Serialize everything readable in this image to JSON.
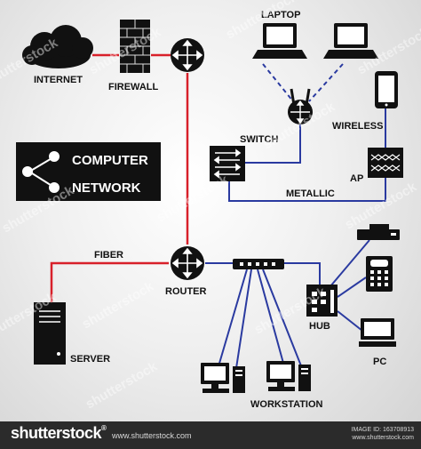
{
  "title": {
    "line1": "COMPUTER",
    "line2": "NETWORK"
  },
  "labels": {
    "internet": "INTERNET",
    "firewall": "FIREWALL",
    "laptop": "LAPTOP",
    "wireless": "WIRELESS",
    "switch": "SWITCH",
    "ap": "AP",
    "metallic": "METALLIC",
    "fiber": "FIBER",
    "router": "ROUTER",
    "server": "SERVER",
    "hub": "HUB",
    "pc": "PC",
    "workstation": "WORKSTATION"
  },
  "watermark": {
    "text": "shutterstock"
  },
  "footer": {
    "brand": "shutterstock",
    "registered": "®",
    "site": "www.shutterstock.com",
    "image_id_label": "IMAGE ID: 163708913",
    "image_url": "www.shutterstock.com"
  },
  "colors": {
    "fiber_link": "#d8202a",
    "metallic_link": "#2a3aa0",
    "wireless_link": "#2a3aa0",
    "device": "#111111",
    "footer_bg": "#2b2b2b"
  },
  "icons": [
    "cloud-icon",
    "firewall-icon",
    "router-icon",
    "laptop-icon",
    "tablet-icon",
    "switch-icon",
    "access-point-icon",
    "wireless-router-icon",
    "hub-icon",
    "server-icon",
    "phone-icon",
    "printer-icon",
    "pc-icon",
    "workstation-icon",
    "share-icon"
  ]
}
